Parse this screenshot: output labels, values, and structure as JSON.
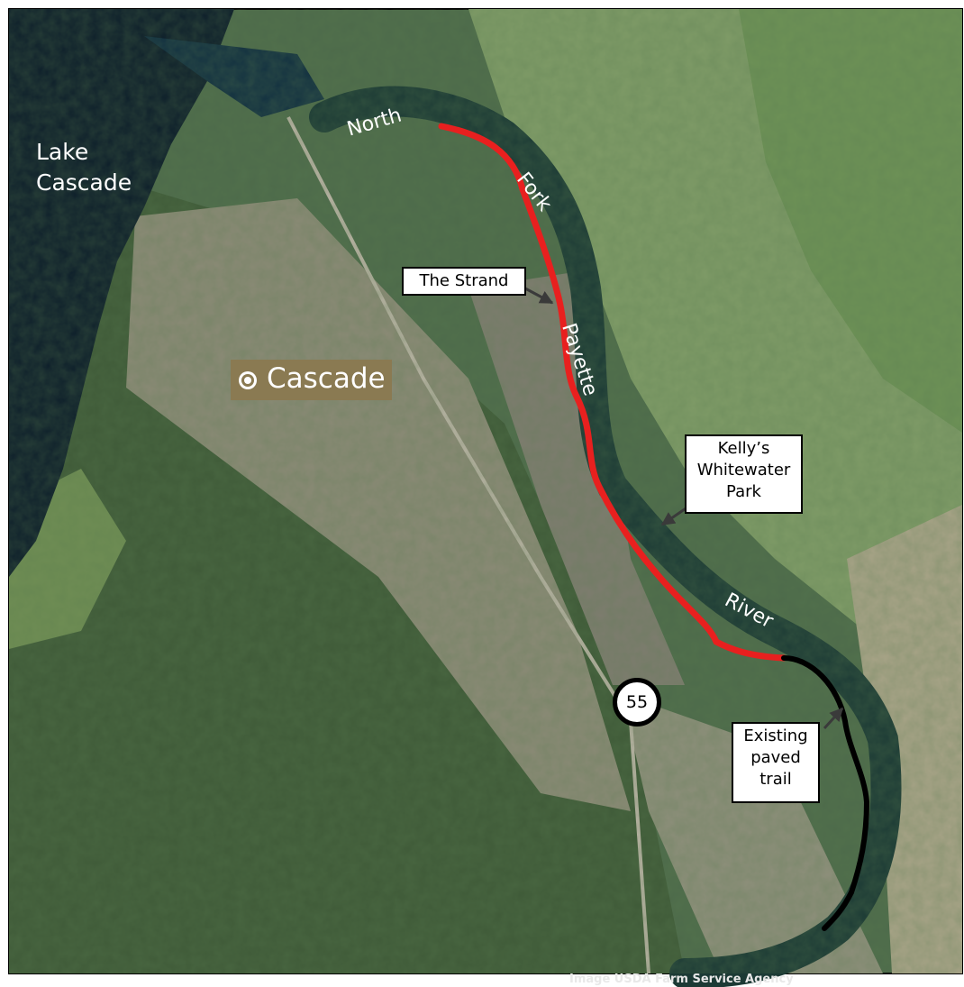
{
  "map": {
    "water_labels": {
      "lake_line1": "Lake",
      "lake_line2": "Cascade",
      "river_north": "North",
      "river_fork": "Fork",
      "river_payette": "Payette",
      "river_river": "River"
    },
    "town": {
      "name": "Cascade"
    },
    "callouts": {
      "strand": "The Strand",
      "kellys_line1": "Kelly’s",
      "kellys_line2": "Whitewater",
      "kellys_line3": "Park",
      "trail_line1": "Existing",
      "trail_line2": "paved",
      "trail_line3": "trail"
    },
    "highway": {
      "number": "55"
    },
    "credit": "Image USDA Farm Service Agency",
    "colors": {
      "proposed_trail": "#e8201f",
      "existing_trail": "#000000",
      "river": "#1c3a35",
      "lake": "#0d1e2a",
      "town_label_bg": "#8a7a52"
    }
  }
}
